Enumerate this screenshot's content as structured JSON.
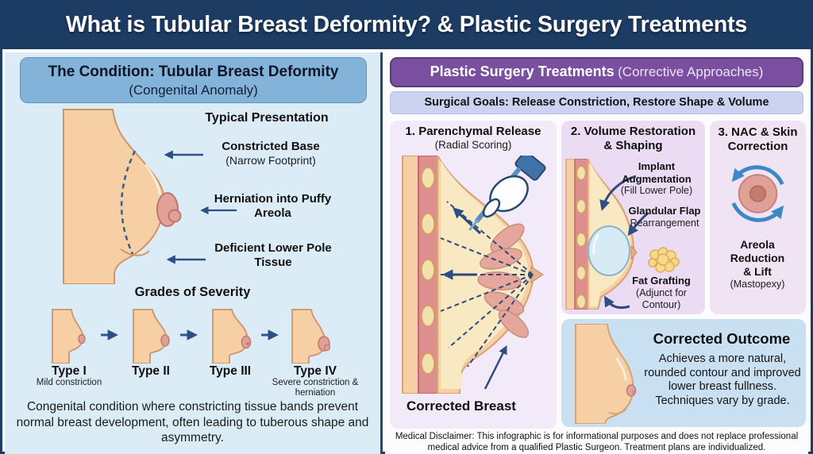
{
  "header": {
    "title": "What is Tubular Breast Deformity? & Plastic Surgery Treatments"
  },
  "condition": {
    "title": "The Condition: Tubular Breast Deformity",
    "subtitle": "(Congenital Anomaly)",
    "presentation_heading": "Typical Presentation",
    "annotations": [
      {
        "bold": "Constricted Base",
        "sub": "(Narrow Footprint)"
      },
      {
        "bold": "Herniation into Puffy Areola"
      },
      {
        "bold": "Deficient Lower Pole Tissue"
      }
    ],
    "severity_heading": "Grades of Severity",
    "types": [
      {
        "label": "Type I",
        "sub": "Mild constriction"
      },
      {
        "label": "Type II",
        "sub": ""
      },
      {
        "label": "Type III",
        "sub": ""
      },
      {
        "label": "Type IV",
        "sub": "Severe constriction & herniation"
      }
    ],
    "description": "Congenital condition where constricting tissue bands prevent normal breast development, often leading to tuberous shape and asymmetry."
  },
  "treatments": {
    "title": "Plastic Surgery Treatments",
    "subtitle": "(Corrective Approaches)",
    "goals": "Surgical Goals: Release Constriction, Restore Shape & Volume",
    "step1": {
      "title": "1. Parenchymal Release",
      "subtitle": "(Radial Scoring)",
      "caption": "Corrected Breast"
    },
    "step2": {
      "title": "2. Volume Restoration & Shaping",
      "implant": {
        "bold": "Implant Augmentation",
        "sub": "(Fill Lower Pole)"
      },
      "flap": {
        "bold": "Glandular Flap",
        "sub": "Rearrangement"
      },
      "fat": {
        "bold": "Fat Grafting",
        "sub": "(Adjunct for Contour)"
      }
    },
    "step3": {
      "title": "3. NAC & Skin Correction",
      "areola": {
        "bold": "Areola Reduction & Lift",
        "sub": "(Mastopexy)"
      }
    },
    "outcome": {
      "title": "Corrected Outcome",
      "body": "Achieves a more natural, rounded contour and improved lower breast fullness. Techniques vary by grade."
    },
    "disclaimer": "Medical Disclaimer: This infographic is for informational purposes and does not replace professional medical advice from a qualified Plastic Surgeon. Treatment plans are individualized."
  },
  "colors": {
    "header_bg": "#1d3c63",
    "panel_blue": "#dcecf6",
    "condition_header": "#84b3da",
    "treatments_header": "#7b4fa0",
    "goals_bar": "#ccd3f0",
    "step_box": "#ecdcf3",
    "outcome_box": "#c9e0f2",
    "arrow_navy": "#2c4f85",
    "rotation_blue": "#3c87c5",
    "skin": "#f6cfa4",
    "areola_pink": "#e2a096",
    "implant_blue": "#d7ebf5"
  }
}
